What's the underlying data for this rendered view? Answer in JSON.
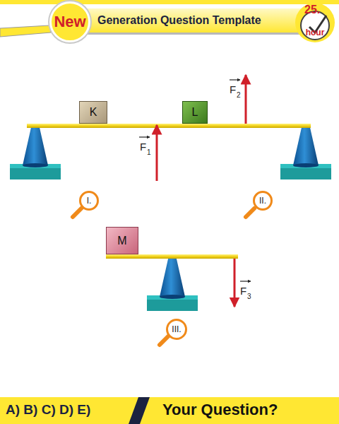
{
  "diagram": {
    "title": "Generation Question Template",
    "nodes": [
      {
        "text": [
          "New"
        ]
      },
      {
        "text": [
          "K"
        ]
      },
      {
        "text": [
          "L"
        ]
      },
      {
        "text": [
          "I."
        ]
      },
      {
        "text": [
          "II."
        ]
      },
      {
        "text": [
          "M"
        ]
      },
      {
        "text": [
          "III."
        ]
      }
    ],
    "labels": [
      "25.",
      "hour",
      "F",
      "1",
      "F",
      "2",
      "F",
      "3",
      "A) B) C) D) E)",
      "Your Question?"
    ]
  }
}
